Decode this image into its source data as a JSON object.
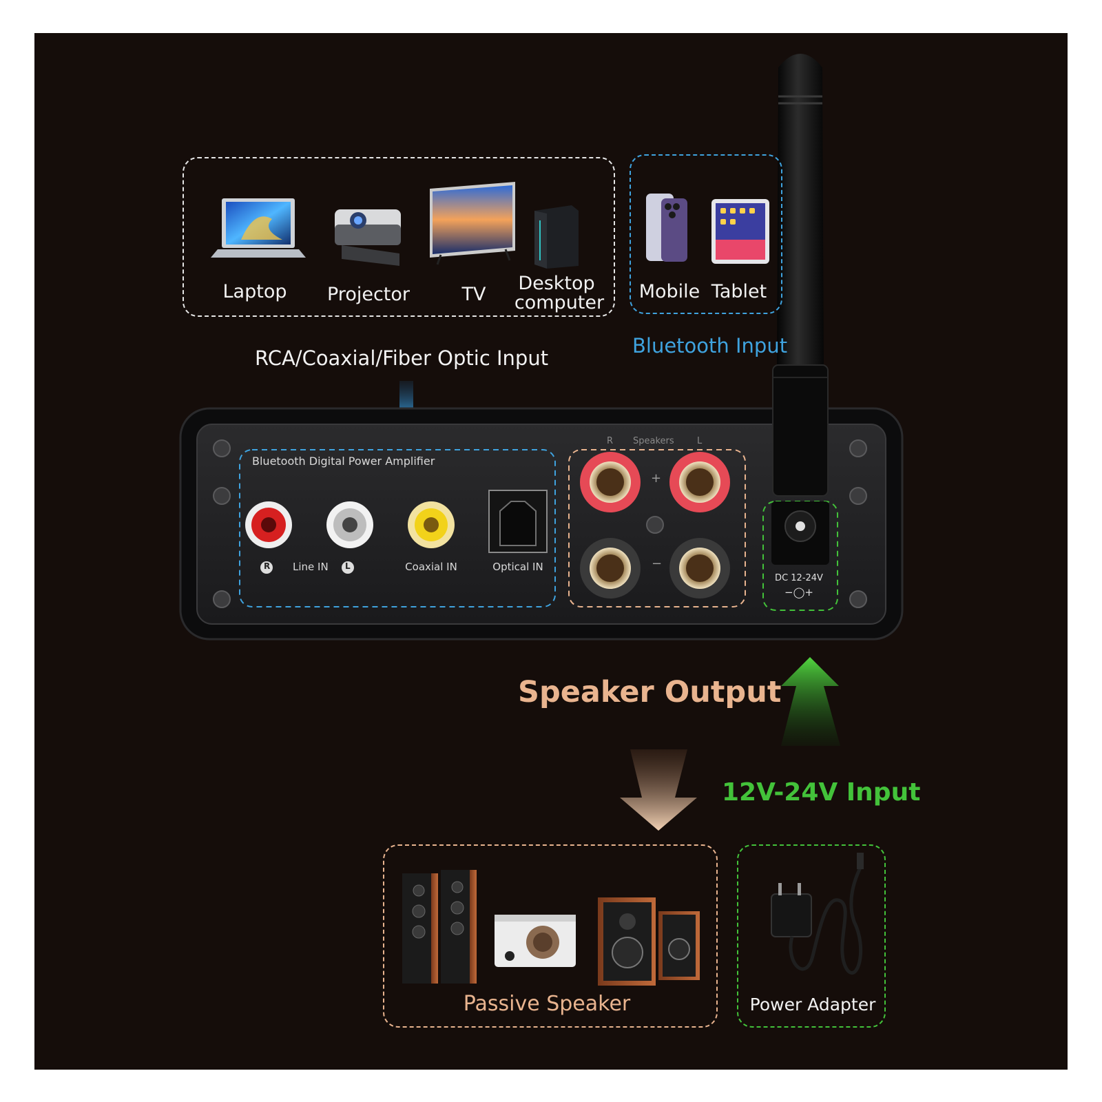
{
  "colors": {
    "background": "#150d0a",
    "wired_input_border": "#e6e6e6",
    "bluetooth_blue": "#3fa3df",
    "speaker_orange": "#e9b48f",
    "power_green": "#43c23a"
  },
  "wired_sources": {
    "items": [
      {
        "label": "Laptop",
        "icon": "laptop-icon"
      },
      {
        "label": "Projector",
        "icon": "projector-icon"
      },
      {
        "label": "TV",
        "icon": "tv-icon"
      },
      {
        "label_line1": "Desktop",
        "label_line2": "computer",
        "icon": "desktop-computer-icon"
      }
    ],
    "caption": "RCA/Coaxial/Fiber Optic Input"
  },
  "bluetooth_sources": {
    "items": [
      {
        "label": "Mobile",
        "icon": "mobile-phone-icon"
      },
      {
        "label": "Tablet",
        "icon": "tablet-icon"
      }
    ],
    "caption": "Bluetooth Input"
  },
  "amplifier": {
    "name": "Bluetooth Digital Power Amplifier",
    "rca_r_badge": "R",
    "rca_l_badge": "L",
    "line_in": "Line IN",
    "coaxial_in": "Coaxial IN",
    "optical_in": "Optical IN",
    "speakers_header": "Speakers",
    "speaker_r": "R",
    "speaker_l": "L",
    "plus": "+",
    "minus": "−",
    "dc_label": "DC 12-24V",
    "dc_symbol": "−◯+"
  },
  "speaker_output": {
    "title": "Speaker Output",
    "caption": "Passive Speaker"
  },
  "power_input": {
    "title": "12V-24V Input",
    "caption": "Power Adapter"
  }
}
